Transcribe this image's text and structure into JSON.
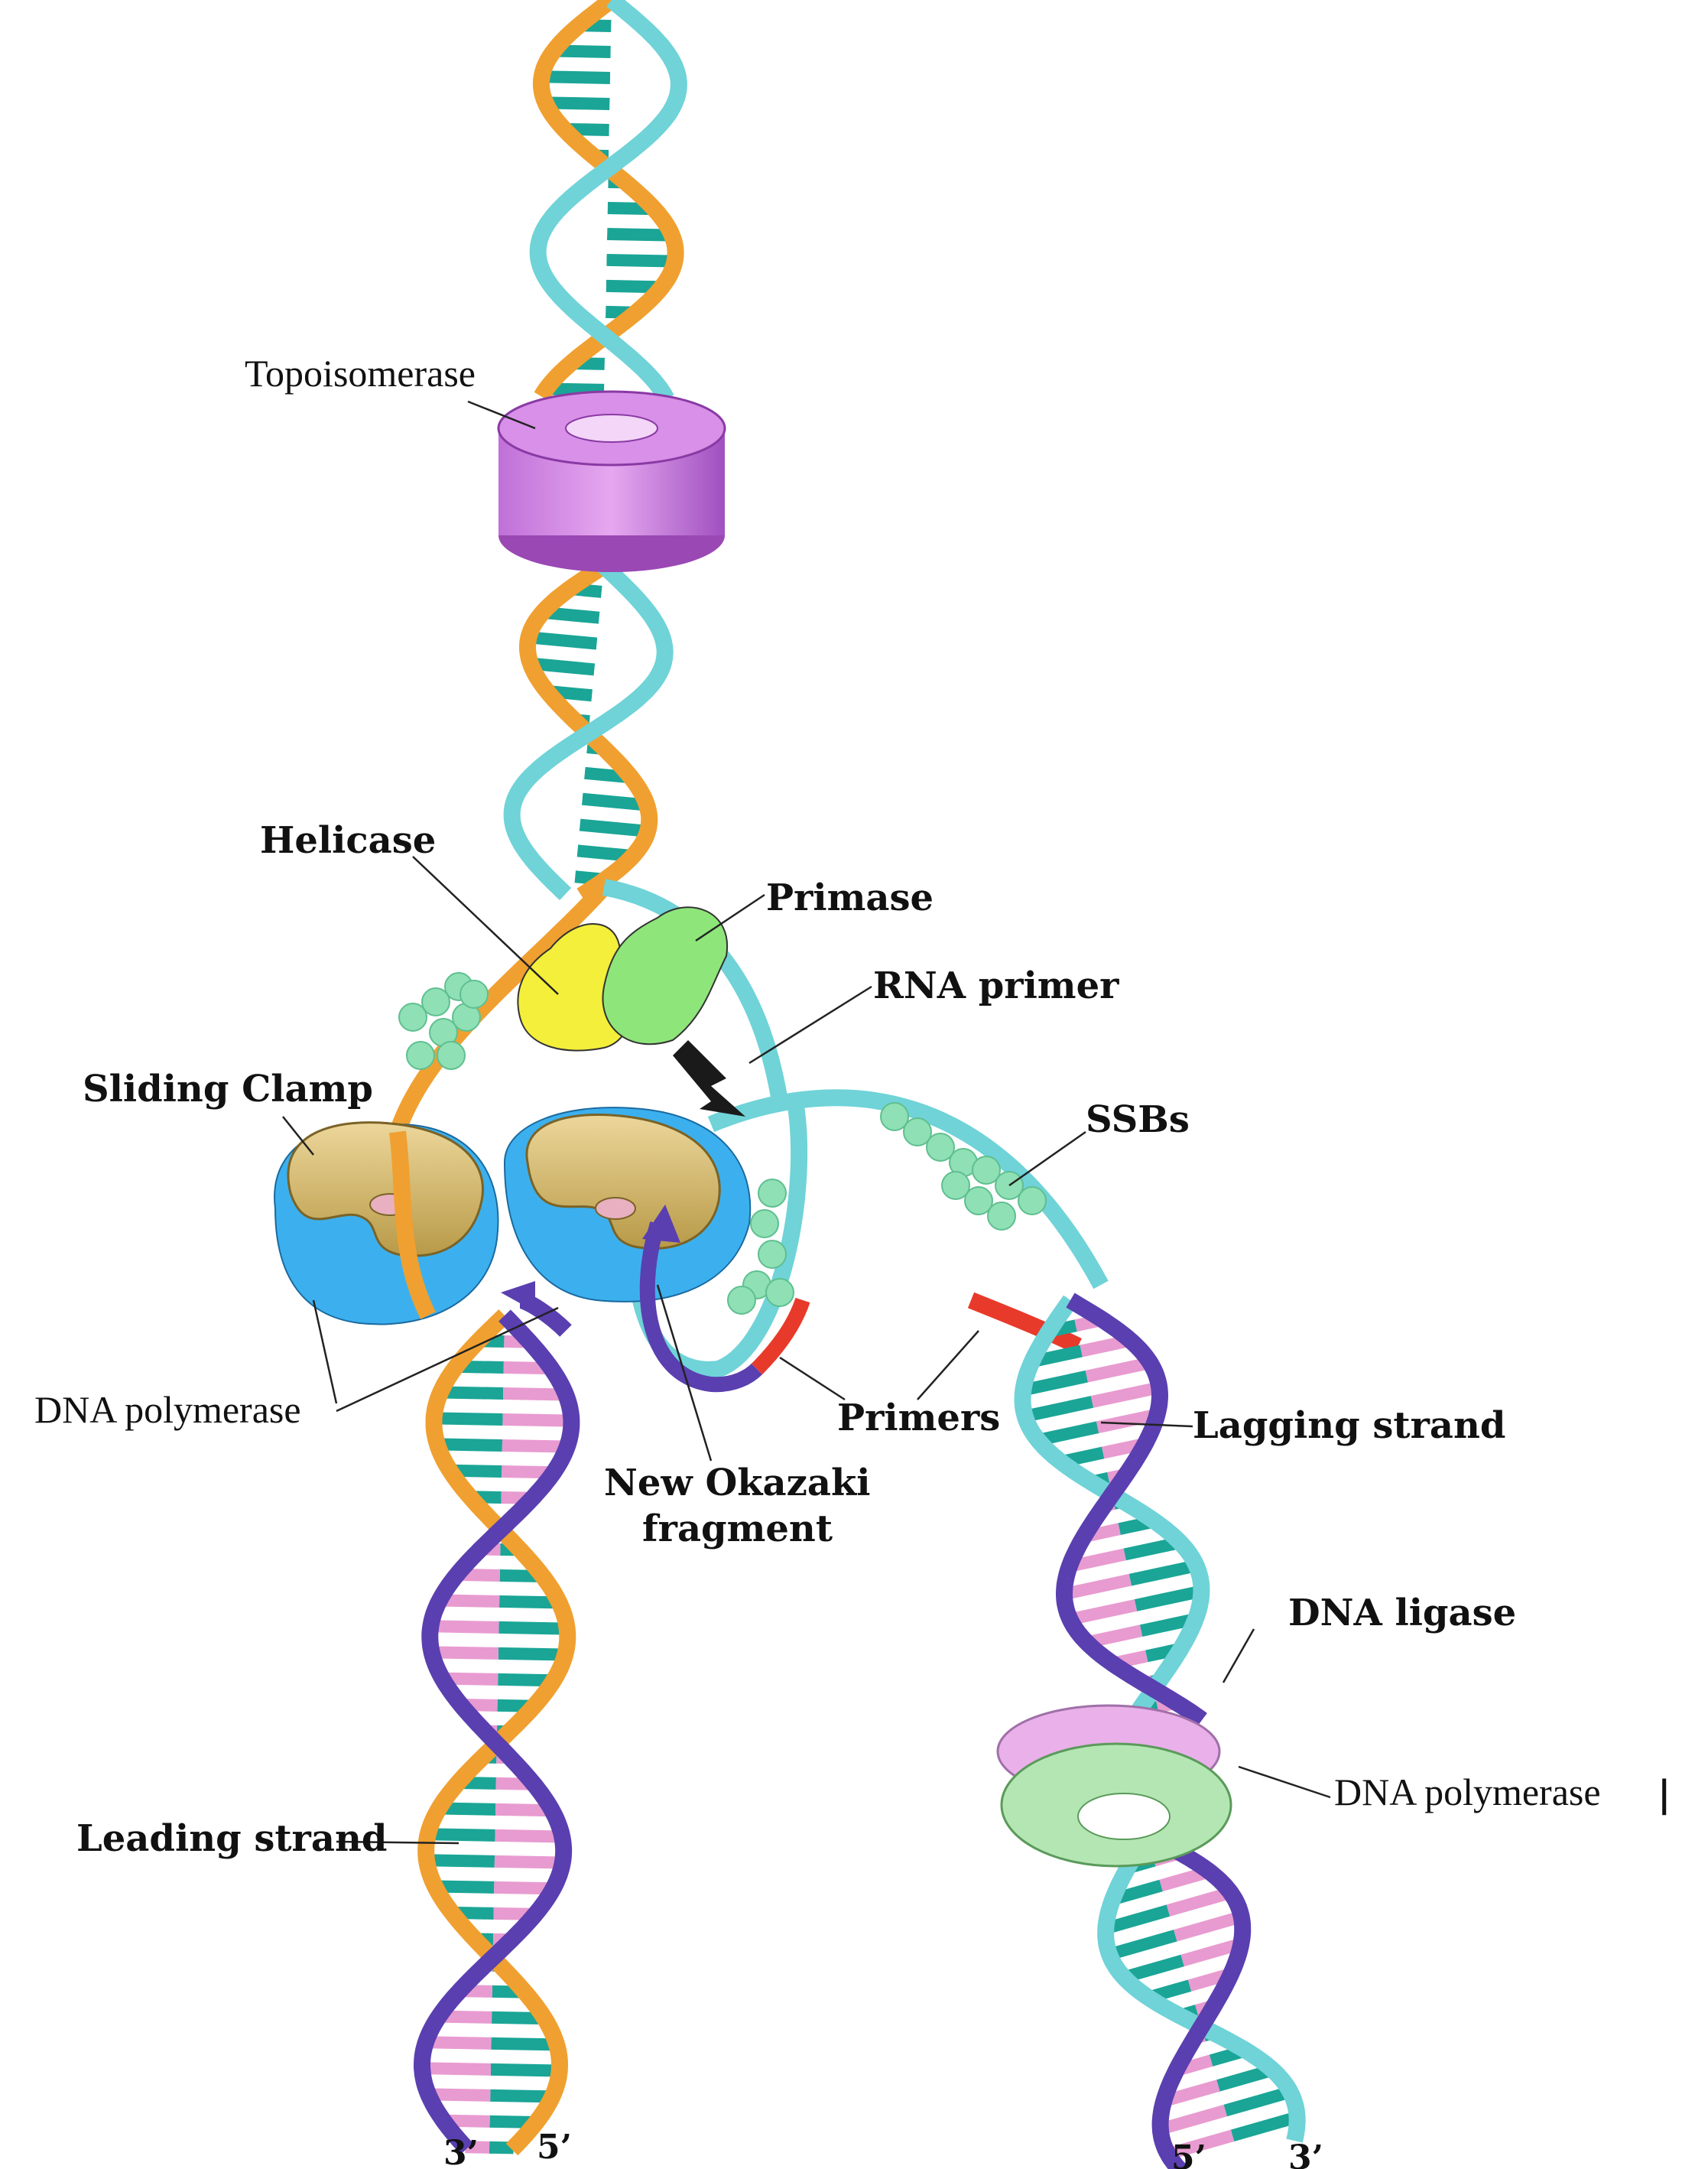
{
  "labels": {
    "topoisomerase": "Topoisomerase",
    "helicase": "Helicase",
    "primase": "Primase",
    "rna_primer": "RNA primer",
    "sliding_clamp": "Sliding Clamp",
    "ssbs": "SSBs",
    "dna_polymerase": "DNA polymerase",
    "primers": "Primers",
    "lagging_strand": "Lagging strand",
    "okazaki_line1": "New Okazaki",
    "okazaki_line2": "fragment",
    "dna_ligase": "DNA ligase",
    "dna_polymerase_1": "DNA polymerase",
    "dna_polymerase_1_suffix": "|",
    "leading_strand": "Leading strand"
  },
  "strand_ends": {
    "leading_left": "3’",
    "leading_right": "5’",
    "lagging_left": "5’",
    "lagging_right": "3’"
  },
  "colors": {
    "template_strand_orange": "#f0a030",
    "template_strand_cyan": "#6fd3d8",
    "new_strand_purple": "#5a3fb0",
    "base_teal": "#1aa596",
    "base_pink": "#e89bd0",
    "topoisomerase": "#b060c8",
    "helicase": "#f4ef3a",
    "primase": "#8ee67a",
    "clamp": "#d8bb6a",
    "polymerase": "#3cb0ee",
    "ssb": "#8fe0b4",
    "primer_red": "#e83a2a",
    "ligase": "#eab0ea",
    "polymerase_1": "#b4e6b4"
  }
}
